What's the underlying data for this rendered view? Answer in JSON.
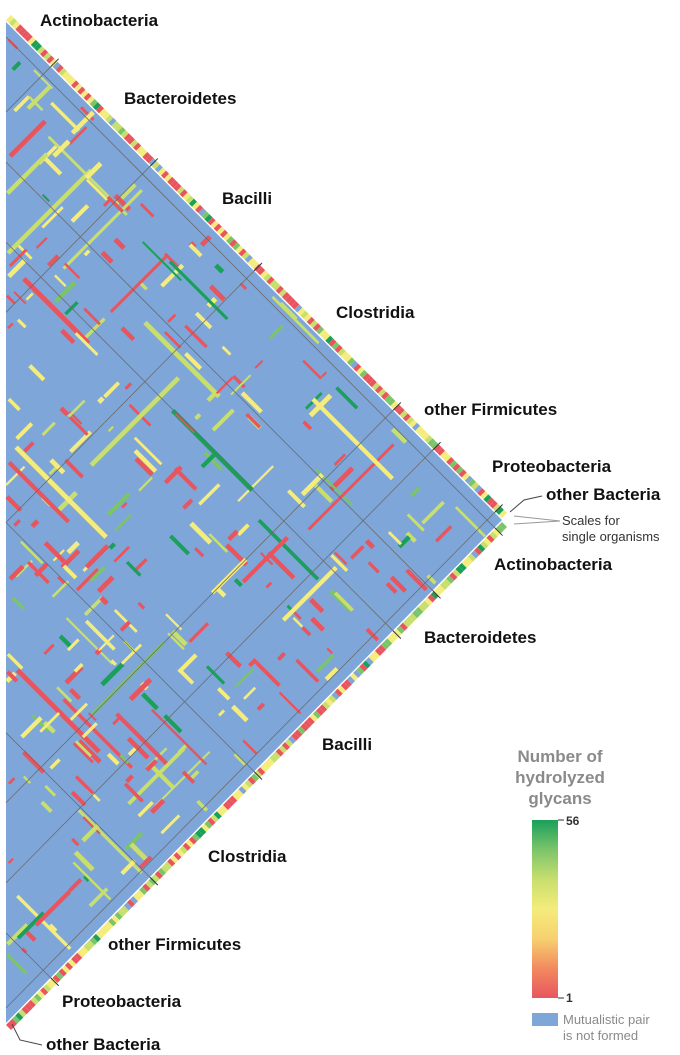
{
  "chart_data": {
    "type": "heatmap",
    "layout": "triangular matrix",
    "taxa_top": [
      "Actinobacteria",
      "Bacteroidetes",
      "Bacilli",
      "Clostridia",
      "other Firmicutes",
      "Proteobacteria",
      "other Bacteria"
    ],
    "taxa_bottom": [
      "Actinobacteria",
      "Bacteroidetes",
      "Bacilli",
      "Clostridia",
      "other Firmicutes",
      "Proteobacteria",
      "other Bacteria"
    ],
    "scales_note": [
      "Scales for",
      "single organisms"
    ],
    "legend": {
      "title": [
        "Number of",
        "hydrolyzed",
        "glycans"
      ],
      "min": 1,
      "max": 56,
      "min_label": "1",
      "max_label": "56",
      "gradient_colors": [
        "#e8555f",
        "#f28a5f",
        "#f7d070",
        "#f4ec7c",
        "#c8df6e",
        "#7cc46a",
        "#1aa05a"
      ],
      "no_pair_color": "#7fa6d8",
      "no_pair_label": [
        "Mutualistic pair",
        "is not formed"
      ]
    },
    "background_color": "#7fa6d8",
    "grid": true
  }
}
